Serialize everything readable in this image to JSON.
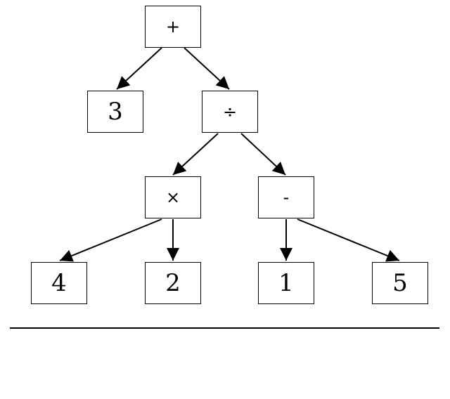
{
  "tree": {
    "root": {
      "label": "+"
    },
    "left_operand": {
      "label": "3"
    },
    "division": {
      "label": "÷"
    },
    "multiplication": {
      "label": "×"
    },
    "subtraction": {
      "label": "-"
    },
    "leaf_four": {
      "label": "4"
    },
    "leaf_two": {
      "label": "2"
    },
    "leaf_one": {
      "label": "1"
    },
    "leaf_five": {
      "label": "5"
    }
  },
  "edges": [
    [
      "root",
      "left_operand"
    ],
    [
      "root",
      "division"
    ],
    [
      "division",
      "multiplication"
    ],
    [
      "division",
      "subtraction"
    ],
    [
      "multiplication",
      "leaf_four"
    ],
    [
      "multiplication",
      "leaf_two"
    ],
    [
      "subtraction",
      "leaf_one"
    ],
    [
      "subtraction",
      "leaf_five"
    ]
  ],
  "colors": {
    "stroke": "#000000",
    "background": "#ffffff"
  }
}
